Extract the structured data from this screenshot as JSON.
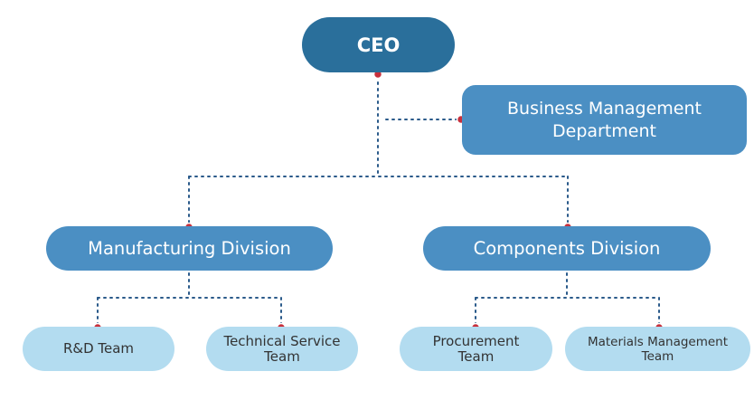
{
  "diagram": {
    "type": "org-chart",
    "colors": {
      "top_node": "#2a6f9b",
      "mid_node": "#4b8fc3",
      "leaf_node": "#b3dcf0",
      "connector": "#2a5a8a",
      "connector_dot": "#c8303c"
    },
    "nodes": {
      "ceo": {
        "label": "CEO"
      },
      "business_management": {
        "line1": "Business Management",
        "line2": "Department"
      },
      "manufacturing": {
        "label": "Manufacturing Division"
      },
      "components": {
        "label": "Components Division"
      },
      "rd_team": {
        "label": "R&D Team"
      },
      "technical_service": {
        "line1": "Technical Service",
        "line2": "Team"
      },
      "procurement": {
        "line1": "Procurement",
        "line2": "Team"
      },
      "materials_management": {
        "line1": "Materials Management",
        "line2": "Team"
      }
    },
    "edges": [
      [
        "ceo",
        "business_management"
      ],
      [
        "ceo",
        "manufacturing"
      ],
      [
        "ceo",
        "components"
      ],
      [
        "manufacturing",
        "rd_team"
      ],
      [
        "manufacturing",
        "technical_service"
      ],
      [
        "components",
        "procurement"
      ],
      [
        "components",
        "materials_management"
      ]
    ]
  }
}
